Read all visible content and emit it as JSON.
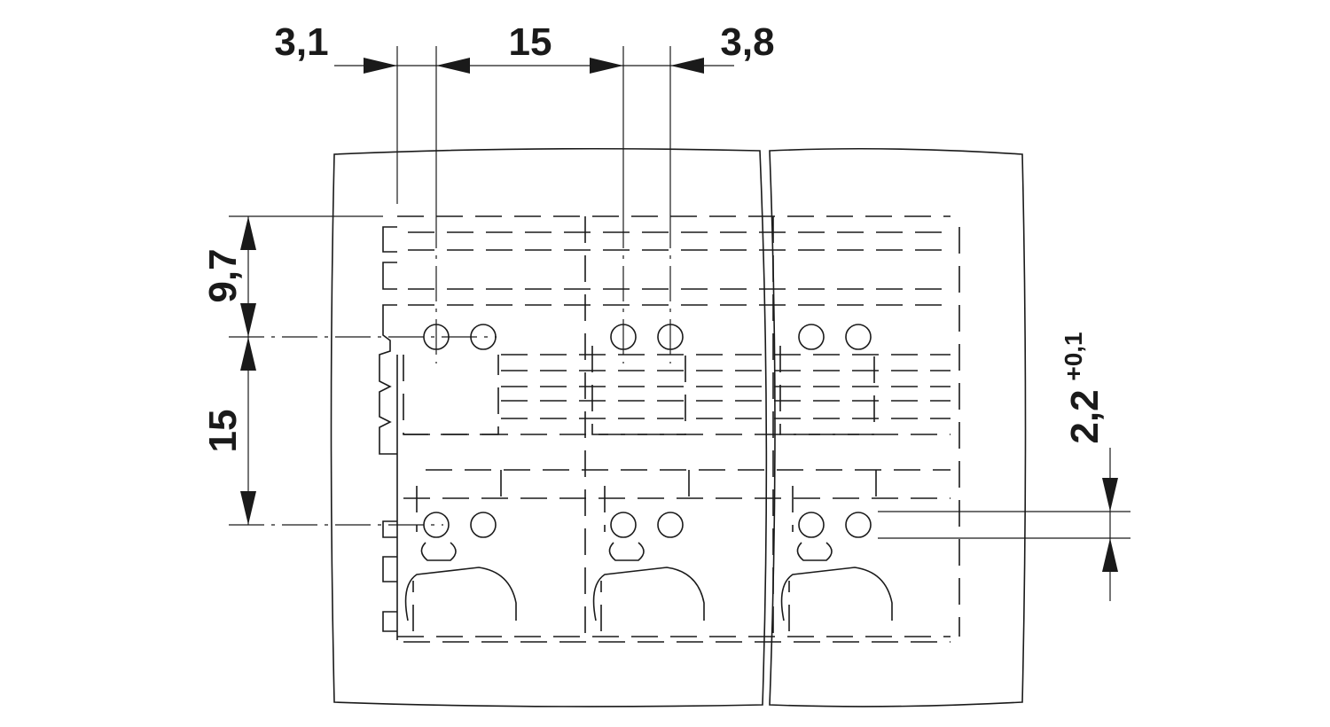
{
  "dimensions": {
    "top_left": "3,1",
    "top_pitch": "15",
    "top_right": "3,8",
    "left_upper": "9,7",
    "left_pitch": "15",
    "hole_diameter": "2,2",
    "hole_tolerance": "+0,1"
  },
  "colors": {
    "line": "#1a1a1a",
    "background": "#ffffff"
  }
}
